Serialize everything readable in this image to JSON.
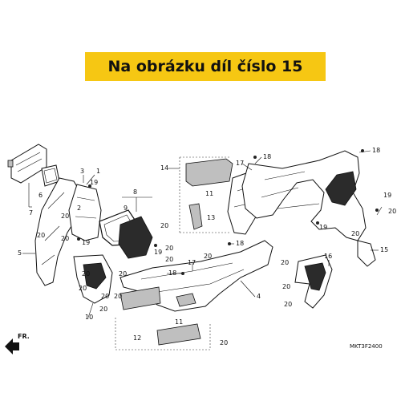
{
  "banner": {
    "text": "Na obrázku díl číslo 15",
    "color": "#f6c713"
  },
  "diagram_code": "MKT3F2400",
  "direction_label": "FR.",
  "callouts": {
    "c1": "1",
    "c2": "2",
    "c3": "3",
    "c4": "4",
    "c5": "5",
    "c6": "6",
    "c7": "7",
    "c8": "8",
    "c9": "9",
    "c10": "10",
    "c11a": "11",
    "c11b": "11",
    "c12": "12",
    "c13": "13",
    "c14": "14",
    "c15": "15",
    "c16": "16",
    "c17a": "17",
    "c17b": "17",
    "c18a": "18",
    "c18b": "18",
    "c18c": "18",
    "c18d": "18",
    "c19a": "19",
    "c19b": "19",
    "c19c": "19",
    "c19d": "19",
    "c19e": "19",
    "c20a": "20",
    "c20b": "20",
    "c20c": "20",
    "c20d": "20",
    "c20e": "20",
    "c20f": "20",
    "c20g": "20",
    "c20h": "20",
    "c20i": "20",
    "c20j": "20",
    "c20k": "20",
    "c20l": "20",
    "c20m": "20",
    "c20n": "20",
    "c20o": "20",
    "c20p": "20",
    "c20q": "20",
    "c20r": "20",
    "c20s": "20"
  }
}
